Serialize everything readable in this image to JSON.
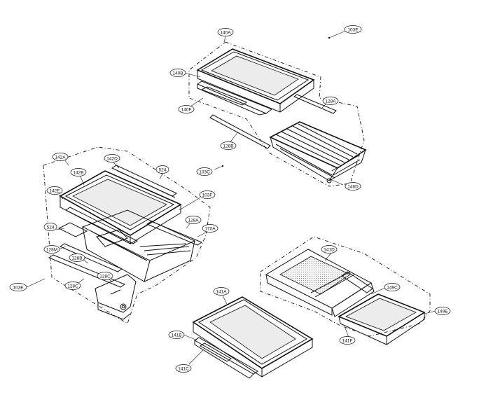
{
  "labels": {
    "l103E_top": "103E",
    "l140A": "140A",
    "l140B": "140B",
    "l140F": "140F",
    "l128A_top": "128A",
    "l128B": "128B",
    "l146D": "146D",
    "l103C": "103C",
    "l142A": "142A",
    "l142D": "142D",
    "l142B": "142B",
    "l524_top": "524",
    "l142E": "142E",
    "l103F": "103F",
    "l524_mid": "524",
    "l128A_mid": "128A",
    "l170A": "170A",
    "l128M": "128M",
    "l128B_mid": "128B",
    "l128C": "128C",
    "l128C_lower": "128C",
    "l103E_left": "103E",
    "l141D": "141D",
    "l141A": "141A",
    "l149C": "149C",
    "l141B": "141B",
    "l141F": "141F",
    "l141C": "141C",
    "l149E": "149E"
  }
}
